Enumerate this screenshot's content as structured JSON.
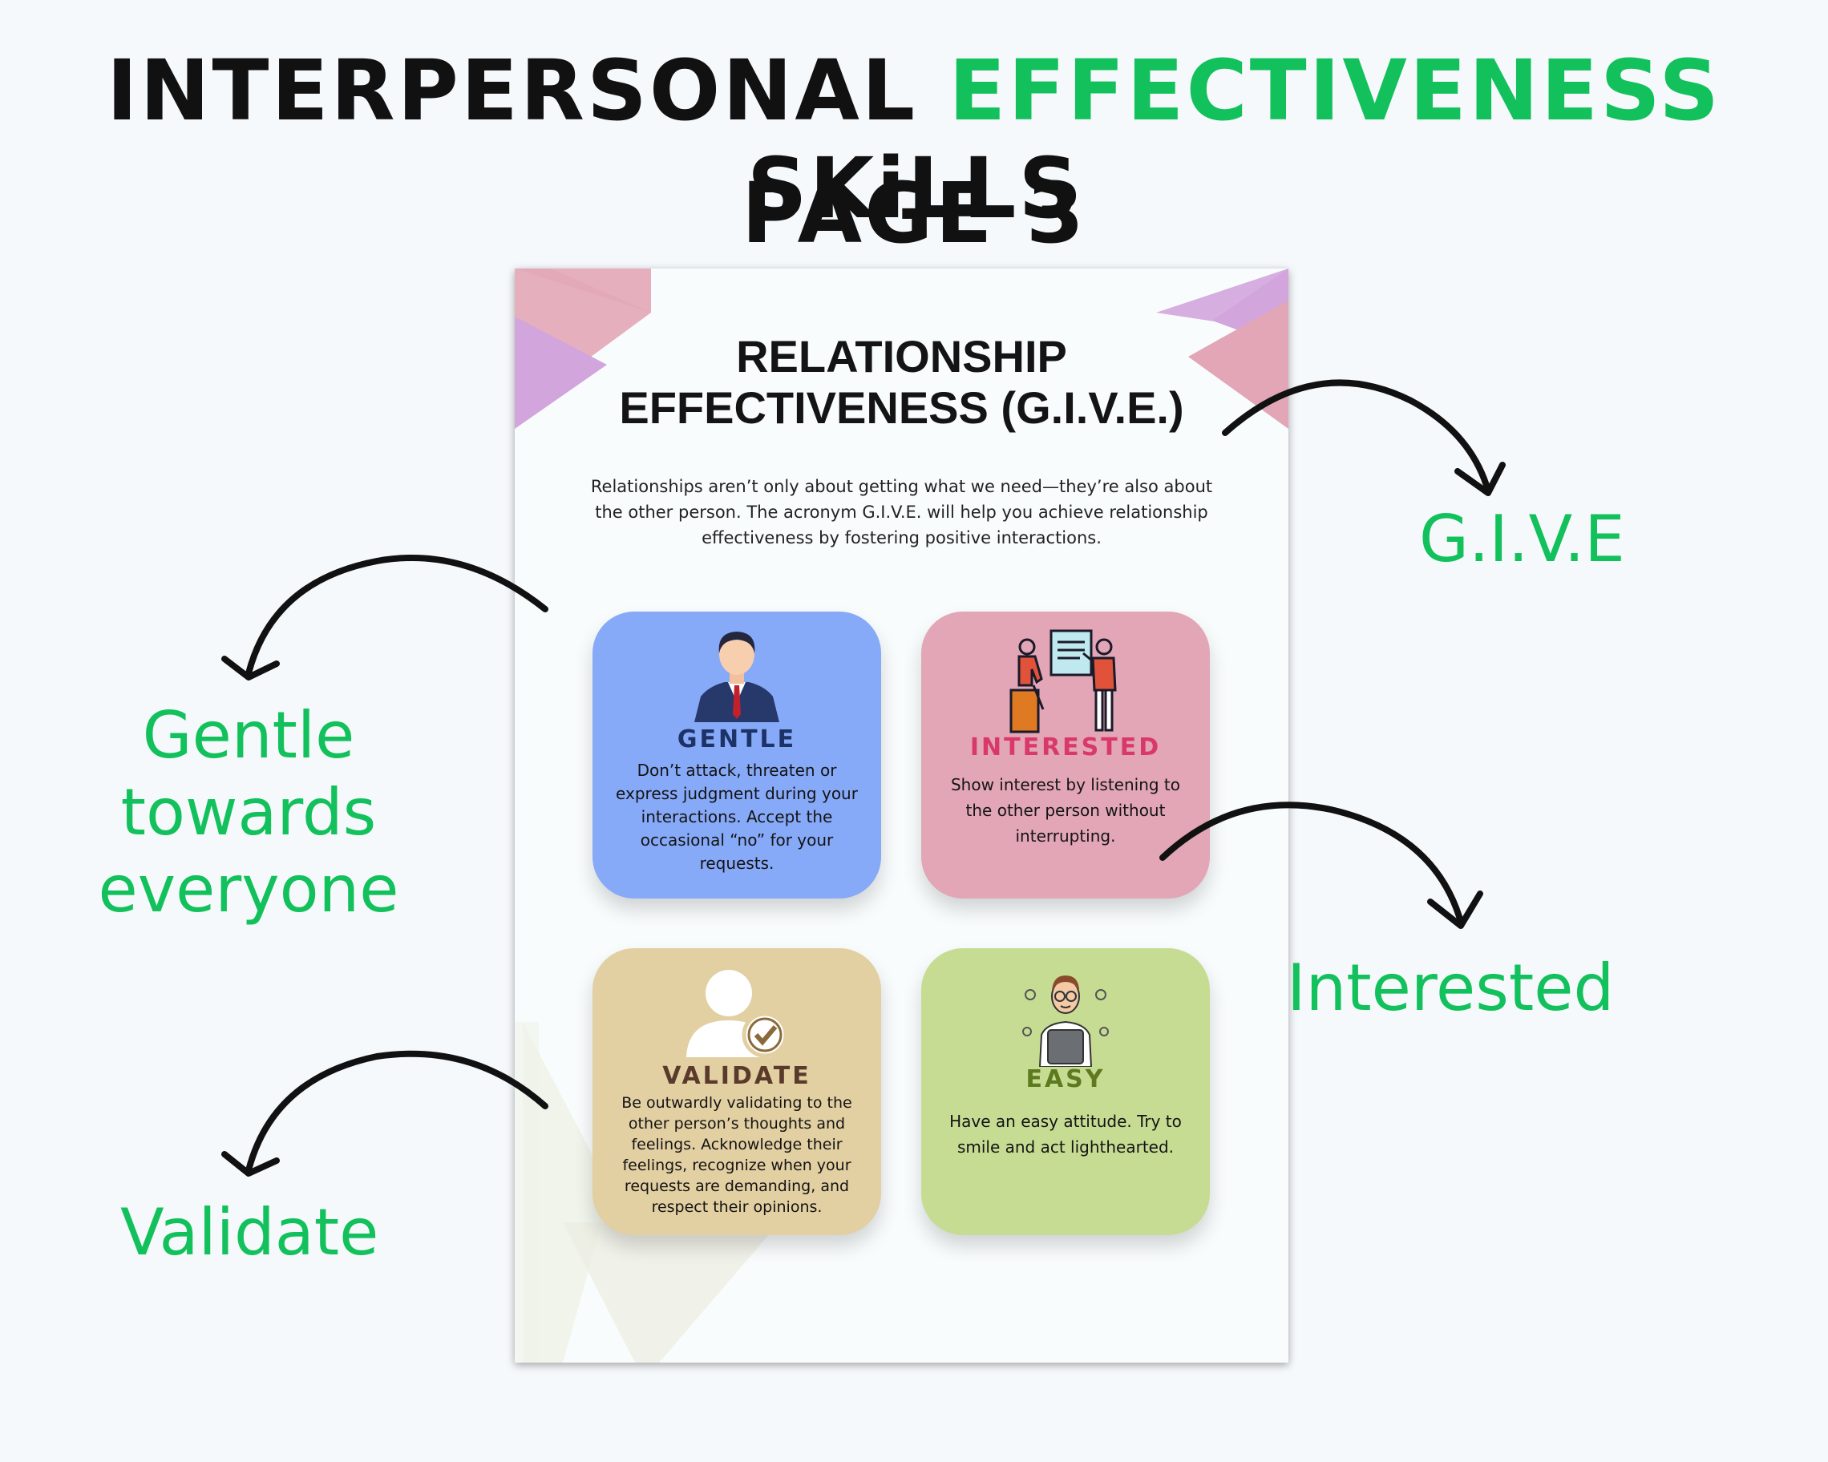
{
  "headline": {
    "part1": "INTERPERSONAL ",
    "highlight": "EFFECTIVENESS",
    "part2": " SKiLLS",
    "line2": "PAGE 3"
  },
  "poster": {
    "title_line1": "RELATIONSHIP",
    "title_line2": "EFFECTIVENESS (G.I.V.E.)",
    "intro_line1": "Relationships aren’t only about getting what we need—they’re also about",
    "intro_line2": "the other person. The acronym G.I.V.E. will help you achieve relationship",
    "intro_line3": "effectiveness by fostering positive interactions.",
    "cards": [
      {
        "label": "GENTLE",
        "icon": "businessman-icon",
        "desc": "Don’t attack, threaten or express judgment during your interactions. Accept the occasional “no” for your requests."
      },
      {
        "label": "INTERESTED",
        "icon": "presentation-icon",
        "desc": "Show interest by listening to the other person without interrupting."
      },
      {
        "label": "VALIDATE",
        "icon": "user-check-icon",
        "desc": "Be outwardly validating to the other person’s thoughts and feelings. Acknowledge their feelings, recognize when your requests are demanding, and respect their opinions."
      },
      {
        "label": "EASY",
        "icon": "thinking-man-icon",
        "desc": "Have an easy attitude. Try to smile and act lighthearted."
      }
    ]
  },
  "annotations": {
    "give": "G.I.V.E",
    "gentle_line1": "Gentle towards",
    "gentle_line2": "everyone",
    "interested": "Interested",
    "validate": "Validate"
  },
  "colors": {
    "accent_green": "#13c15c",
    "gentle_card": "#86a9f8",
    "interested_card": "#e2a6b6",
    "validate_card": "#e2cfa2",
    "easy_card": "#c7dc93",
    "gentle_label": "#1d3266",
    "interested_label": "#d9386a",
    "validate_label": "#5a3a2a",
    "easy_label": "#5e7a20"
  }
}
